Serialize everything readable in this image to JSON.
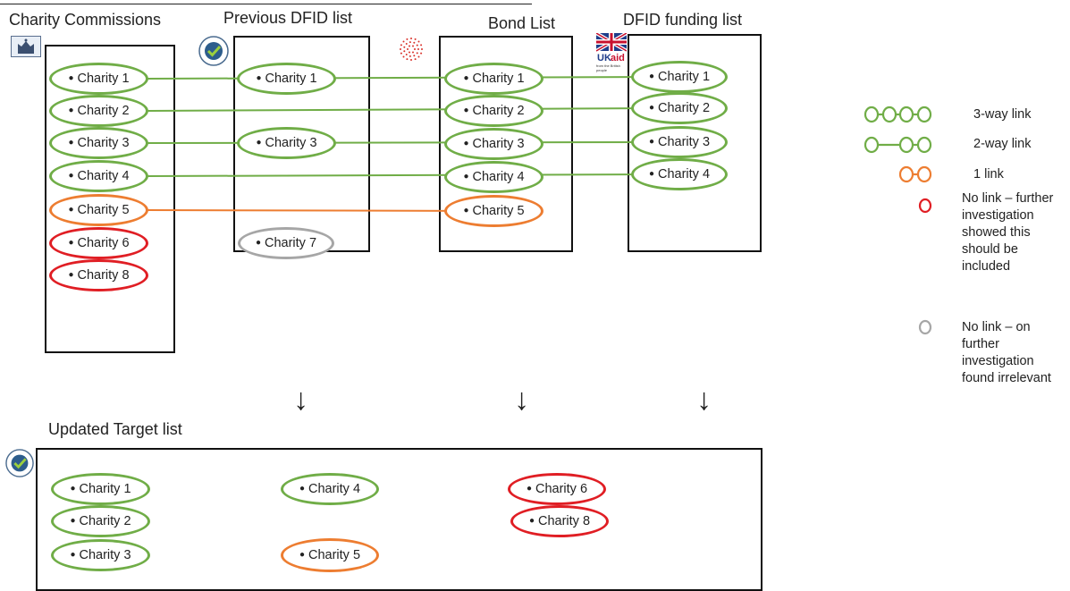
{
  "columns": {
    "charity_commissions": "Charity Commissions",
    "previous_dfid": "Previous DFID list",
    "bond": "Bond List",
    "dfid_funding": "DFID funding list"
  },
  "logos": {
    "crown": "crown-icon",
    "national_statistics": "national-statistics-icon",
    "bond": "bond-dots-icon",
    "ukaid": {
      "flag": "union-flag-icon",
      "text": "UKaid",
      "tagline": "from the British people"
    }
  },
  "charity_commissions_items": [
    {
      "label": "Charity 1",
      "status": "green"
    },
    {
      "label": "Charity 2",
      "status": "green"
    },
    {
      "label": "Charity 3",
      "status": "green"
    },
    {
      "label": "Charity 4",
      "status": "green"
    },
    {
      "label": "Charity 5",
      "status": "orange"
    },
    {
      "label": "Charity 6",
      "status": "red"
    },
    {
      "label": "Charity 8",
      "status": "red"
    }
  ],
  "previous_dfid_items": [
    {
      "label": "Charity 1",
      "status": "green"
    },
    {
      "label": "Charity 3",
      "status": "green"
    },
    {
      "label": "Charity 7",
      "status": "grey"
    }
  ],
  "bond_items": [
    {
      "label": "Charity 1",
      "status": "green"
    },
    {
      "label": "Charity 2",
      "status": "green"
    },
    {
      "label": "Charity 3",
      "status": "green"
    },
    {
      "label": "Charity 4",
      "status": "green"
    },
    {
      "label": "Charity 5",
      "status": "orange"
    }
  ],
  "dfid_funding_items": [
    {
      "label": "Charity 1",
      "status": "green"
    },
    {
      "label": "Charity 2",
      "status": "green"
    },
    {
      "label": "Charity 3",
      "status": "green"
    },
    {
      "label": "Charity 4",
      "status": "green"
    }
  ],
  "updated_target": {
    "title": "Updated Target list",
    "items": [
      {
        "label": "Charity 1",
        "status": "green"
      },
      {
        "label": "Charity 2",
        "status": "green"
      },
      {
        "label": "Charity 3",
        "status": "green"
      },
      {
        "label": "Charity 4",
        "status": "green"
      },
      {
        "label": "Charity 5",
        "status": "orange"
      },
      {
        "label": "Charity 6",
        "status": "red"
      },
      {
        "label": "Charity 8",
        "status": "red"
      }
    ]
  },
  "legend": {
    "three_way": "3-way link",
    "two_way": "2-way link",
    "one_link": "1 link",
    "no_link_red": "No link – further investigation showed this should be included",
    "no_link_grey": "No link – on further investigation found irrelevant"
  },
  "colors": {
    "green": "#70ad47",
    "orange": "#ed7d31",
    "red": "#e01e24",
    "grey": "#a6a6a6"
  }
}
